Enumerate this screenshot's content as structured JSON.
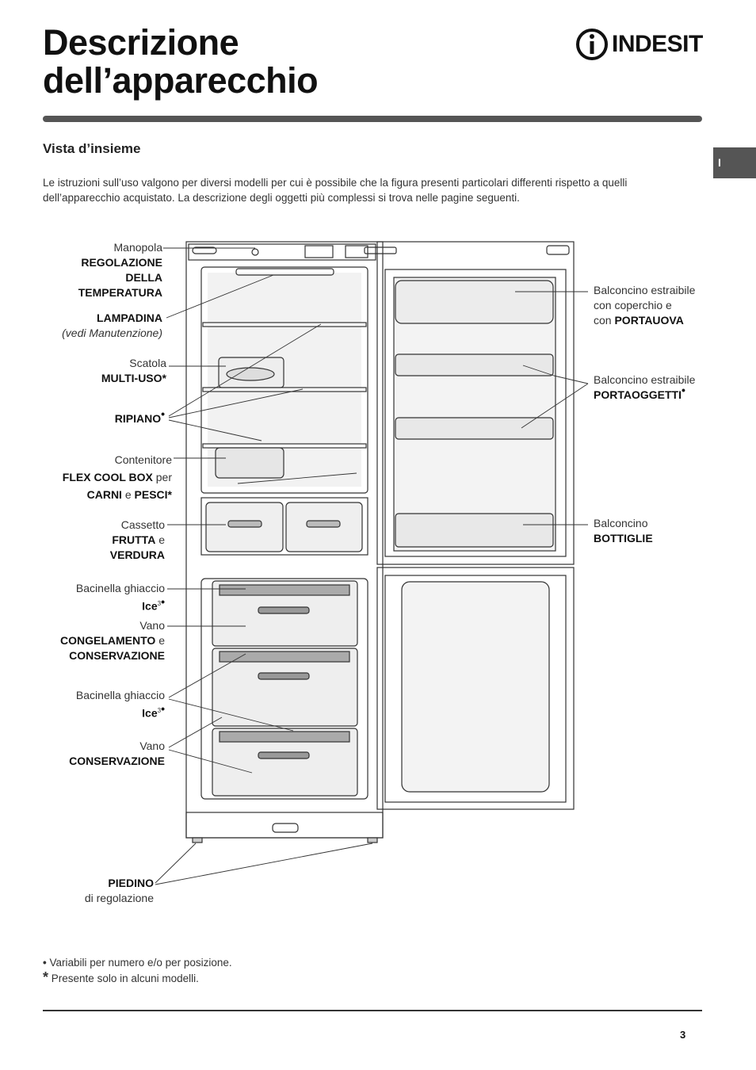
{
  "header": {
    "title_line1": "Descrizione",
    "title_line2": "dell’apparecchio",
    "logo_text": "INDESIT",
    "language_tab": "I"
  },
  "section": {
    "title": "Vista d’insieme",
    "intro": "Le istruzioni sull’uso valgono per diversi modelli per cui è possibile che la figura presenti particolari differenti rispetto a quelli dell’apparecchio acquistato. La descrizione degli oggetti più complessi si trova nelle pagine seguenti."
  },
  "labels_left": {
    "manopola": "Manopola",
    "regolazione": "REGOLAZIONE",
    "della": "DELLA",
    "temperatura": "TEMPERATURA",
    "lampadina": "LAMPADINA",
    "lampadina_note": "(vedi Manutenzione)",
    "scatola": "Scatola",
    "multiuso": "MULTI-USO",
    "ripiano": "RIPIANO",
    "contenitore": "Contenitore",
    "flex_cool_box": "FLEX COOL BOX",
    "per": "per",
    "carni": "CARNI",
    "e": "e",
    "pesci": "PESCI",
    "cassetto": "Cassetto",
    "frutta": "FRUTTA",
    "verdura": "VERDURA",
    "bacinella_ghiaccio": "Bacinella ghiaccio",
    "ice": "Ice",
    "ice_sup": "3",
    "vano": "Vano",
    "congelamento": "CONGELAMENTO",
    "conservazione": "CONSERVAZIONE",
    "piedino": "PIEDINO",
    "di_regolazione": "di regolazione",
    "asterisk": "*",
    "bullet": "•"
  },
  "labels_right": {
    "balc_estraibile": "Balconcino estraibile",
    "con_coperchio": "con coperchio e",
    "con": "con",
    "portauova": "PORTAUOVA",
    "balc_estraibile_2": "Balconcino estraibile",
    "portaoggetti": "PORTAOGGETTI",
    "balconcino": "Balconcino",
    "bottiglie": "BOTTIGLIE"
  },
  "footnotes": {
    "bullet_mark": "•",
    "bullet_text": "Variabili per numero e/o per posizione.",
    "asterisk_mark": "*",
    "asterisk_text": "Presente solo in alcuni modelli."
  },
  "page_number": "3"
}
